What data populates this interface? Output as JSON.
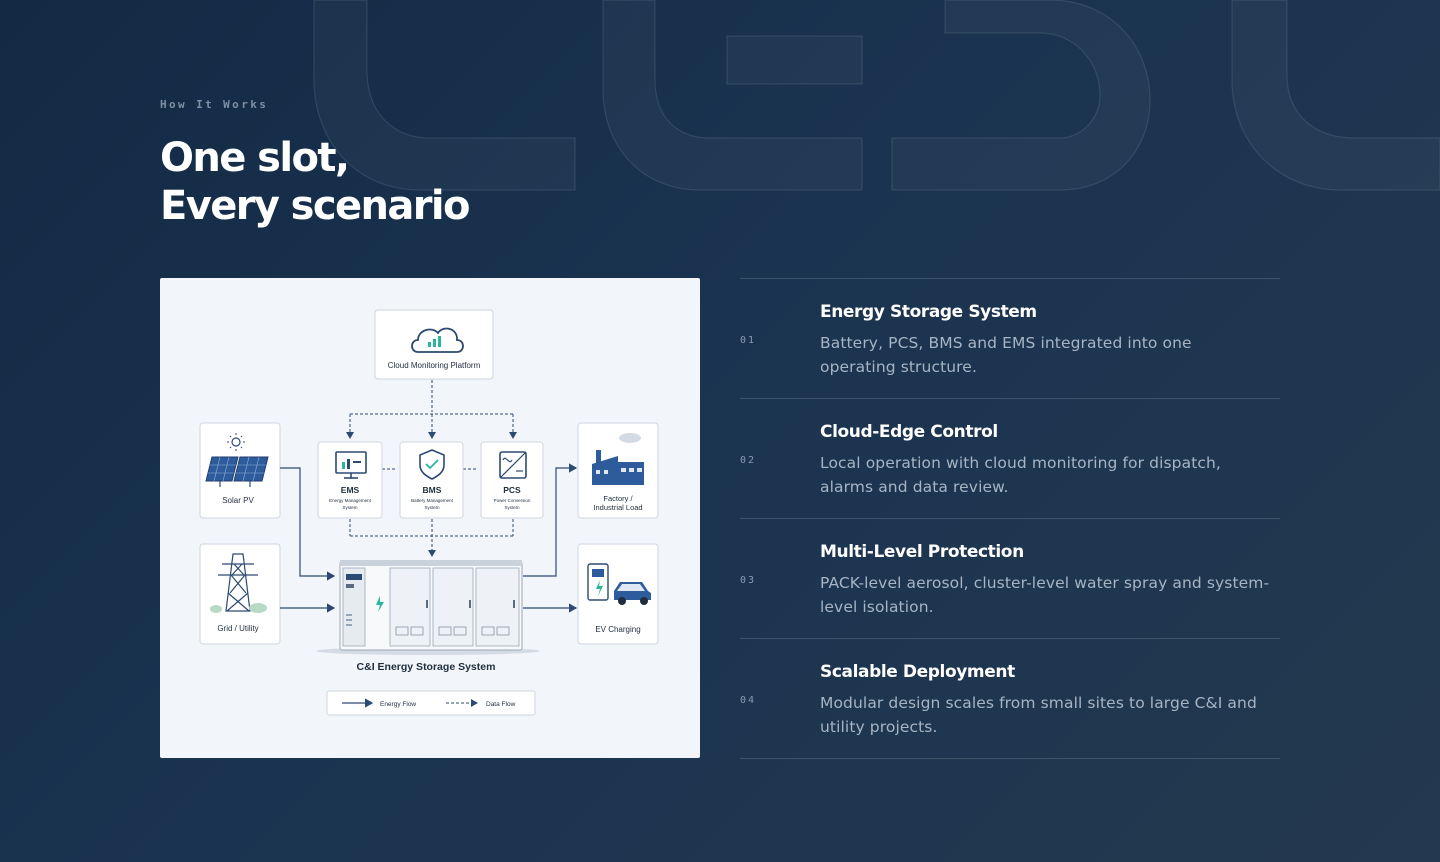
{
  "section": {
    "eyebrow": "How It Works",
    "headline_line1": "One slot,",
    "headline_line2": "Every scenario"
  },
  "diagram": {
    "cloud_label": "Cloud Monitoring Platform",
    "solar_label": "Solar PV",
    "grid_label": "Grid / Utility",
    "ems_title": "EMS",
    "ems_sub_1": "Energy Management",
    "ems_sub_2": "System",
    "bms_title": "BMS",
    "bms_sub_1": "Battery Management",
    "bms_sub_2": "System",
    "pcs_title": "PCS",
    "pcs_sub_1": "Power Conversion",
    "pcs_sub_2": "System",
    "factory_label_1": "Factory /",
    "factory_label_2": "Industrial Load",
    "ev_label": "EV Charging",
    "storage_label": "C&I Energy Storage System",
    "legend_energy": "Energy Flow",
    "legend_data": "Data Flow"
  },
  "features": [
    {
      "num": "01",
      "title": "Energy Storage System",
      "desc": "Battery, PCS, BMS and EMS integrated into one operating structure."
    },
    {
      "num": "02",
      "title": "Cloud-Edge Control",
      "desc": "Local operation with cloud monitoring for dispatch, alarms and data review."
    },
    {
      "num": "03",
      "title": "Multi-Level Protection",
      "desc": "PACK-level aerosol, cluster-level water spray and system-level isolation."
    },
    {
      "num": "04",
      "title": "Scalable Deployment",
      "desc": "Modular design scales from small sites to large C&I and utility projects."
    }
  ],
  "colors": {
    "accent_teal": "#2bb59a",
    "diagram_blue": "#2d4a72",
    "bolt_green": "#2bb59a"
  }
}
